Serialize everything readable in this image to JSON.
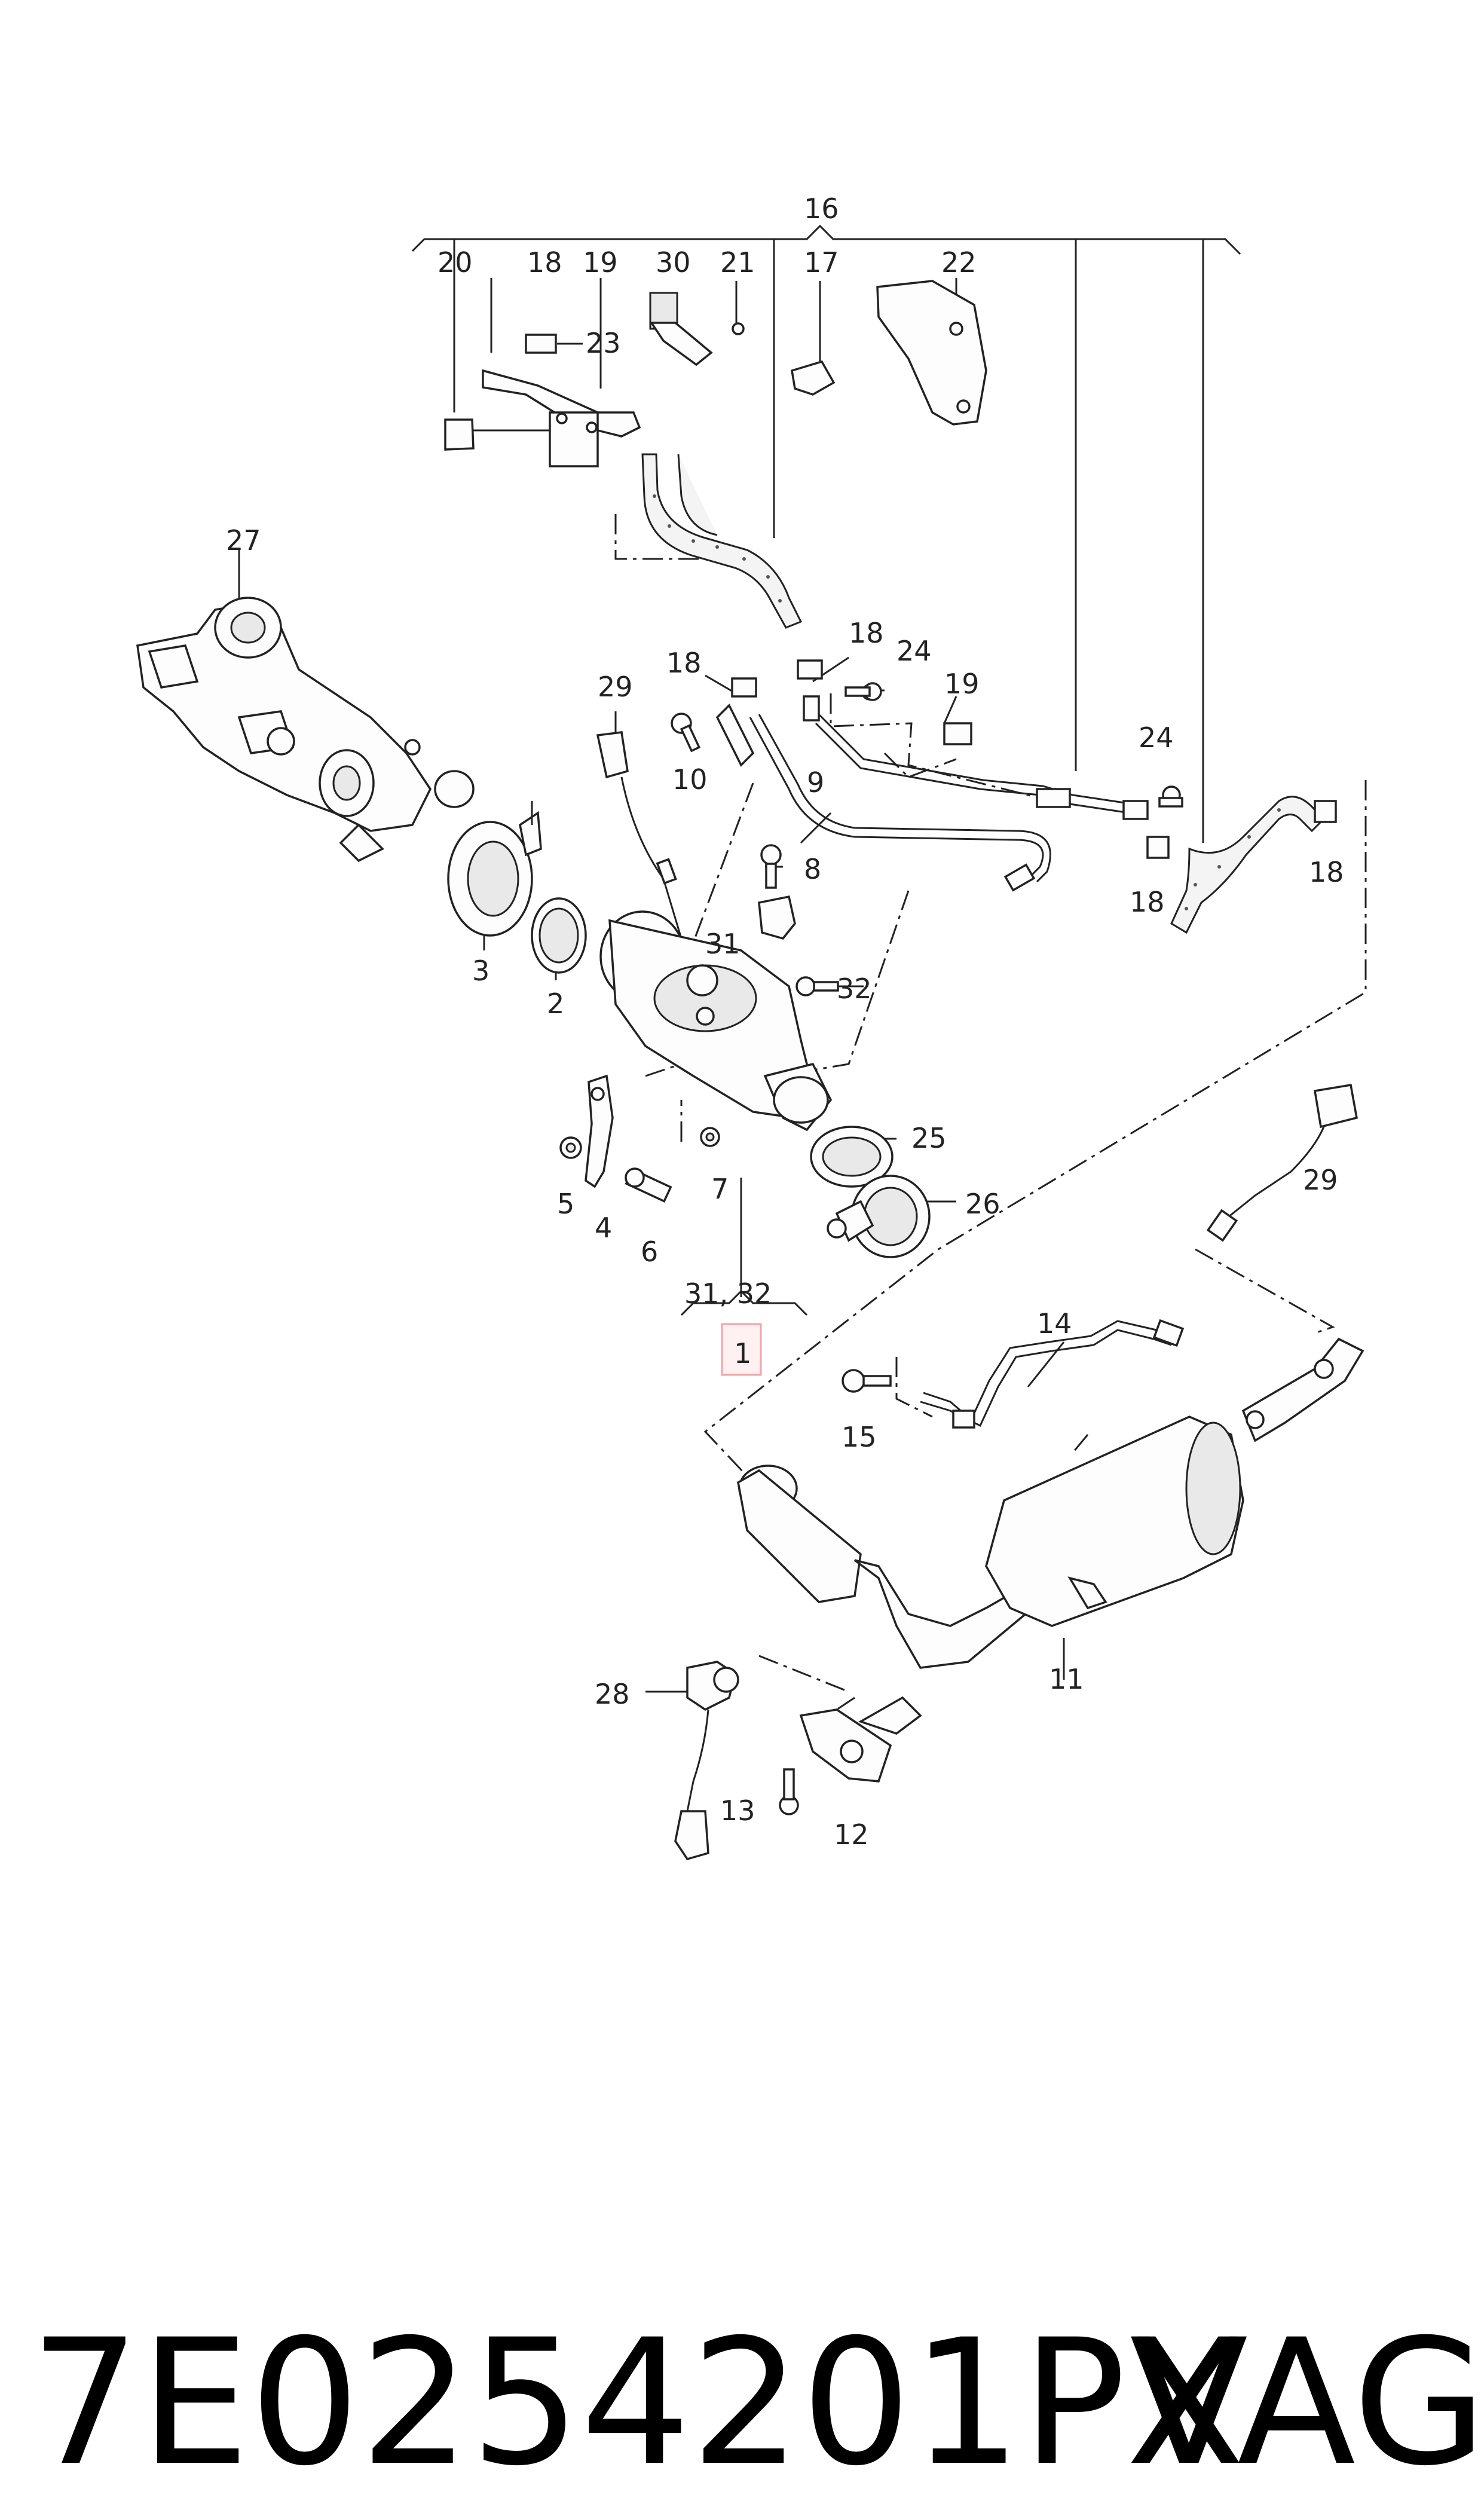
{
  "part_number": "7E0254201PX",
  "brand": "VAG",
  "highlight_color": "#f3a3a8",
  "callouts": {
    "c1": "1",
    "c2": "2",
    "c3": "3",
    "c4": "4",
    "c5": "5",
    "c6": "6",
    "c7": "7",
    "c8": "8",
    "c9": "9",
    "c10": "10",
    "c11": "11",
    "c12": "12",
    "c13": "13",
    "c14": "14",
    "c15": "15",
    "c16": "16",
    "c17": "17",
    "c18a": "18",
    "c18b": "18",
    "c18c": "18",
    "c18d": "18",
    "c18e": "18",
    "c19a": "19",
    "c19b": "19",
    "c20": "20",
    "c21": "21",
    "c22": "22",
    "c23": "23",
    "c24a": "24",
    "c24b": "24",
    "c25": "25",
    "c26": "26",
    "c27": "27",
    "c28": "28",
    "c29a": "29",
    "c29b": "29",
    "c30": "30",
    "c31": "31",
    "c3132": "31, 32",
    "c32": "32"
  }
}
